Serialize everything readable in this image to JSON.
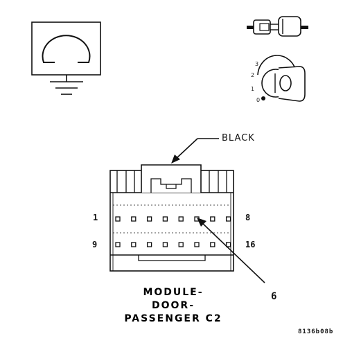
{
  "connector": {
    "color_label": "BLACK",
    "callout_number": "6",
    "pin_labels": {
      "top_left": "1",
      "top_right": "8",
      "bottom_left": "9",
      "bottom_right": "16"
    },
    "title_lines": [
      "MODULE-",
      "DOOR-",
      "PASSENGER C2"
    ]
  },
  "ignition_positions": [
    "3",
    "2",
    "1",
    "0"
  ],
  "figure_code": "8136b08b"
}
